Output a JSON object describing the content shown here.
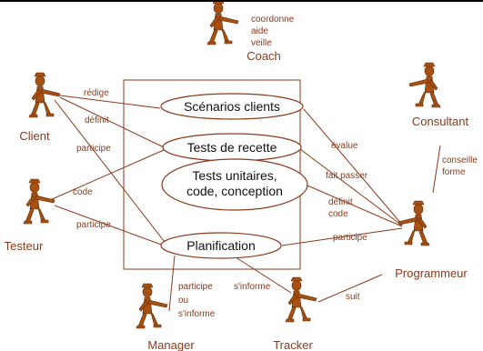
{
  "colors": {
    "ink": "#8a3a1a",
    "figure": "#a8500f",
    "background": "#ffffff"
  },
  "actors": {
    "coach": "Coach",
    "client": "Client",
    "consultant": "Consultant",
    "testeur": "Testeur",
    "programmeur": "Programmeur",
    "manager": "Manager",
    "tracker": "Tracker"
  },
  "coach_roles": [
    "coordonne",
    "aide",
    "veille"
  ],
  "use_cases": {
    "scenarios": "Scénarios clients",
    "recette": "Tests de recette",
    "unitaires_1": "Tests unitaires,",
    "unitaires_2": "code, conception",
    "planification": "Planification"
  },
  "edge_labels": {
    "redige": "rédige",
    "definit_client": "définit",
    "participe_client": "participe",
    "code_testeur": "code",
    "participe_testeur": "participe",
    "evalue": "évalue",
    "fait_passer": "fait passer",
    "definit_prog": "définit",
    "code_prog": "code",
    "participe_prog": "participe",
    "conseille": "conseille",
    "forme": "forme",
    "manager_1": "participe",
    "manager_2": "ou",
    "manager_3": "s'informe",
    "sinforme": "s'informe",
    "suit": "suit"
  }
}
